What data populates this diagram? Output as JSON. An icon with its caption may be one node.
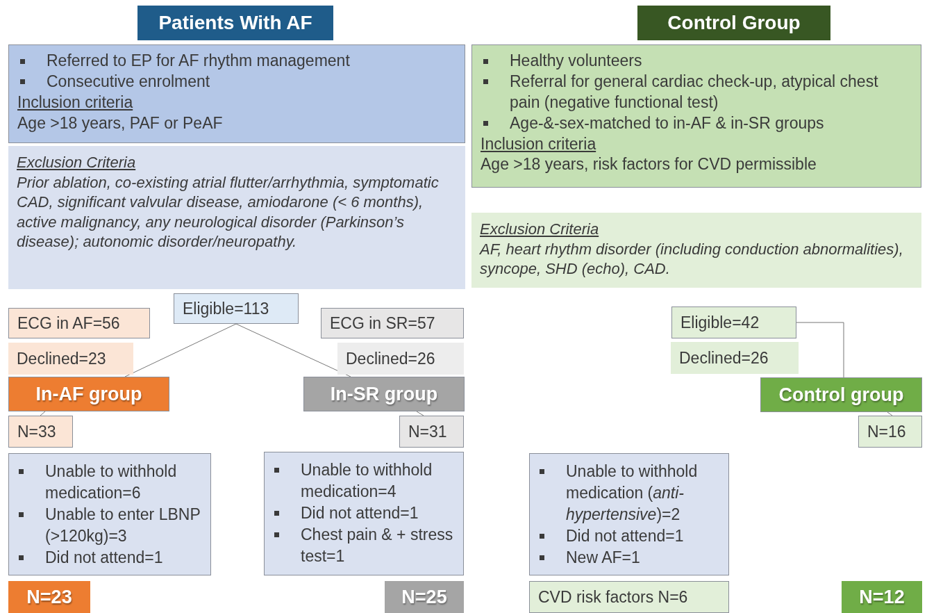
{
  "diagram": {
    "nodes": [
      {
        "text": [
          "Patients With AF"
        ]
      },
      {
        "text": [
          "Referred to EP for AF rhythm management",
          "Consecutive enrolment",
          "Inclusion criteria",
          "Age >18 years, PAF or PeAF"
        ]
      },
      {
        "text": [
          "Exclusion Criteria",
          "Prior ablation, co-existing atrial flutter/arrhythmia, symptomatic CAD, significant valvular disease, amiodarone (< 6 months), active malignancy, any neurological disorder  (Parkinson’s disease); autonomic disorder/neuropathy."
        ]
      },
      {
        "text": [
          "Control Group"
        ]
      },
      {
        "text": [
          "Healthy volunteers",
          "Referral for general cardiac check-up, atypical chest pain (negative functional test)",
          "Age-&-sex-matched to in-AF & in-SR groups",
          "Inclusion criteria",
          "Age >18 years, risk factors for CVD permissible"
        ]
      },
      {
        "text": [
          "Exclusion Criteria",
          "AF, heart rhythm disorder (including conduction abnormalities), syncope, SHD (echo), CAD."
        ]
      },
      {
        "text": [
          "Eligible=113"
        ]
      },
      {
        "text": [
          "ECG in AF=56"
        ]
      },
      {
        "text": [
          "ECG in SR=57"
        ]
      },
      {
        "text": [
          "Declined=23"
        ]
      },
      {
        "text": [
          "Declined=26"
        ]
      },
      {
        "text": [
          "Eligible=42"
        ]
      },
      {
        "text": [
          "Declined=26"
        ]
      },
      {
        "text": [
          "In-AF group"
        ]
      },
      {
        "text": [
          "In-SR group"
        ]
      },
      {
        "text": [
          "Control group"
        ]
      },
      {
        "text": [
          "N=33"
        ]
      },
      {
        "text": [
          "N=31"
        ]
      },
      {
        "text": [
          "N=16"
        ]
      },
      {
        "text": [
          "Unable to withhold medication=6",
          "Unable to enter LBNP (>120kg)=3",
          "Did not attend=1"
        ]
      },
      {
        "text": [
          "Unable to withhold medication=4",
          "Did not attend=1",
          "Chest pain & + stress test=1"
        ]
      },
      {
        "text": [
          "Unable to withhold medication (*anti-hypertensive*)=2",
          "Did not attend=1",
          "New AF=1"
        ]
      },
      {
        "text": [
          "CVD risk factors N=6"
        ]
      },
      {
        "text": [
          "N=23"
        ]
      },
      {
        "text": [
          "N=25"
        ]
      },
      {
        "text": [
          "N=12"
        ]
      }
    ],
    "edges": [
      {
        "from": 6,
        "to": 13,
        "arrow": "none"
      },
      {
        "from": 6,
        "to": 14,
        "arrow": "none"
      },
      {
        "from": 11,
        "to": 15,
        "arrow": "none"
      },
      {
        "from": 13,
        "to": 16,
        "arrow": "none"
      },
      {
        "from": 14,
        "to": 17,
        "arrow": "none"
      },
      {
        "from": 15,
        "to": 18,
        "arrow": "none"
      }
    ]
  }
}
